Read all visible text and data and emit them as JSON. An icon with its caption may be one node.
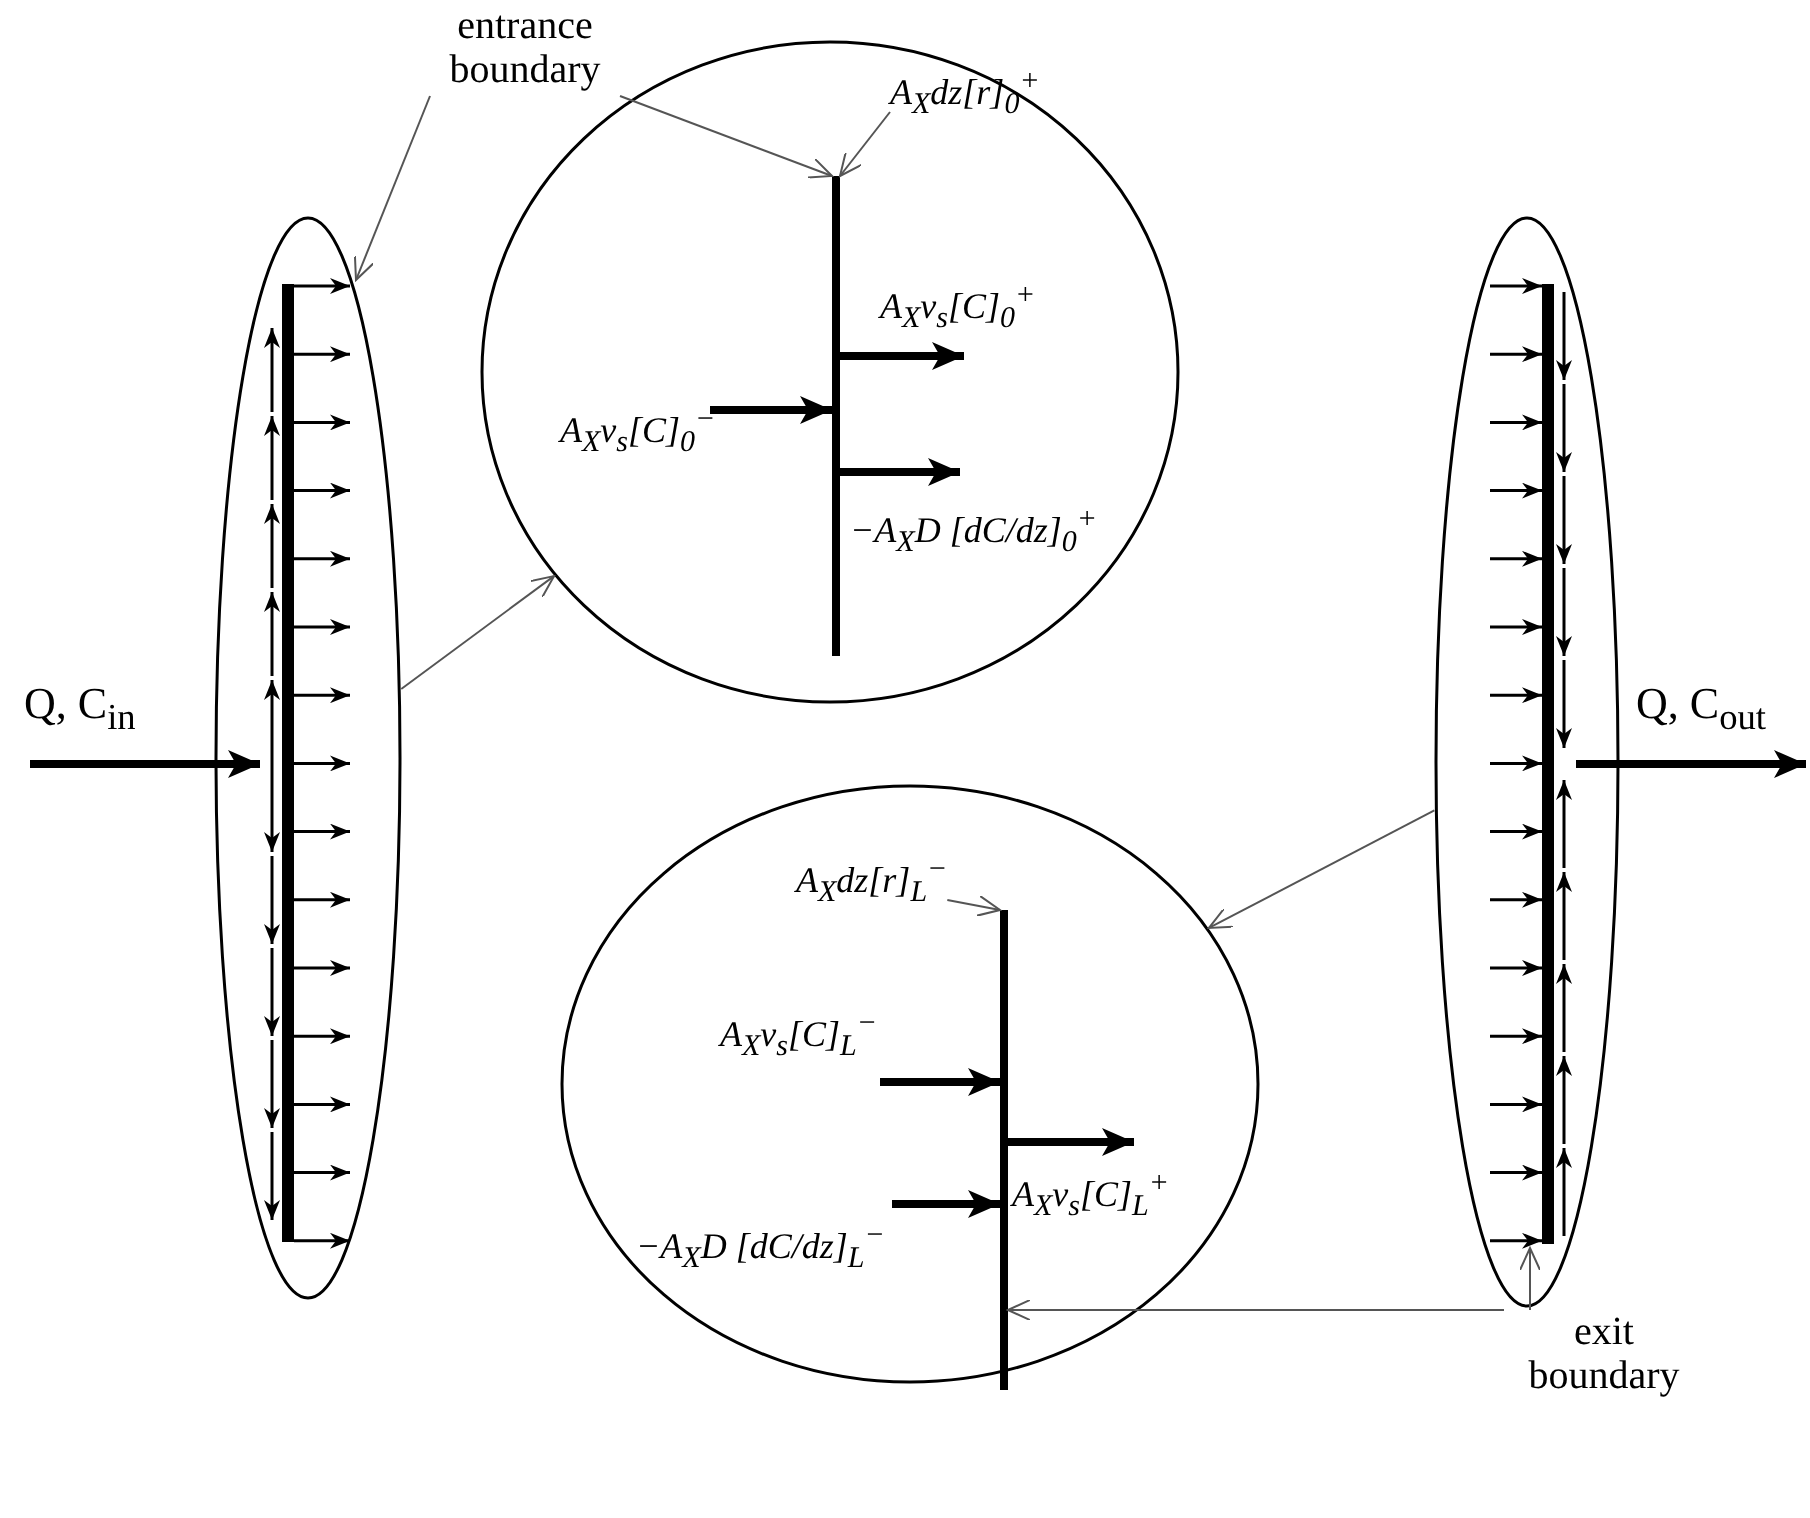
{
  "diagram": {
    "nodes": [
      {
        "text": [],
        "shape": "ellipse"
      },
      {
        "text": [],
        "shape": "bar",
        "in": 0
      },
      {
        "text": [
          "entrance boundary"
        ]
      },
      {
        "text": [],
        "shape": "ellipse"
      },
      {
        "text": [],
        "shape": "bar",
        "in": 3
      },
      {
        "text": [
          "A$_{X}$dz[r]$_{0}$$^{+}$"
        ],
        "in": 3
      },
      {
        "text": [],
        "shape": "ellipse"
      },
      {
        "text": [],
        "shape": "bar",
        "in": 6
      },
      {
        "text": [],
        "shape": "ellipse"
      },
      {
        "text": [],
        "shape": "bar",
        "in": 8
      },
      {
        "text": [
          "A$_{X}$dz[r]$_{L}$$^{−}$"
        ],
        "in": 8
      },
      {
        "text": [
          "exit boundary"
        ]
      }
    ],
    "edges": [
      {
        "from": null,
        "to": 1,
        "arrow": "to",
        "style": "thick",
        "label": "Q, C$_{in}$"
      },
      {
        "from": 0,
        "to": 3,
        "arrow": "to"
      },
      {
        "from": 2,
        "to": 1,
        "arrow": "to"
      },
      {
        "from": 2,
        "to": 4,
        "arrow": "to"
      },
      {
        "from": 5,
        "to": 4,
        "arrow": "to"
      },
      {
        "from": null,
        "to": 4,
        "arrow": "to",
        "style": "thick",
        "label": "A$_{X}$v$_{s}$[C]$_{0}$$^{−}$"
      },
      {
        "from": 4,
        "to": null,
        "arrow": "to",
        "style": "thick",
        "label": "A$_{X}$v$_{s}$[C]$_{0}$$^{+}$"
      },
      {
        "from": 4,
        "to": null,
        "arrow": "to",
        "style": "thick",
        "label": "−A$_{X}$D [dC/dz]$_{0}$$^{+}$"
      },
      {
        "from": 7,
        "to": null,
        "arrow": "to",
        "style": "thick",
        "label": "Q, C$_{out}$"
      },
      {
        "from": 6,
        "to": 8,
        "arrow": "to"
      },
      {
        "from": 10,
        "to": 9,
        "arrow": "to"
      },
      {
        "from": null,
        "to": 9,
        "arrow": "to",
        "style": "thick",
        "label": "A$_{X}$v$_{s}$[C]$_{L}$$^{−}$"
      },
      {
        "from": 9,
        "to": null,
        "arrow": "to",
        "style": "thick",
        "label": "A$_{X}$v$_{s}$[C]$_{L}$$^{+}$"
      },
      {
        "from": null,
        "to": 9,
        "arrow": "to",
        "style": "thick",
        "label": "−A$_{X}$D [dC/dz]$_{L}$$^{−}$"
      },
      {
        "from": 11,
        "to": 9,
        "arrow": "to"
      },
      {
        "from": 11,
        "to": 7,
        "arrow": "to"
      }
    ]
  }
}
